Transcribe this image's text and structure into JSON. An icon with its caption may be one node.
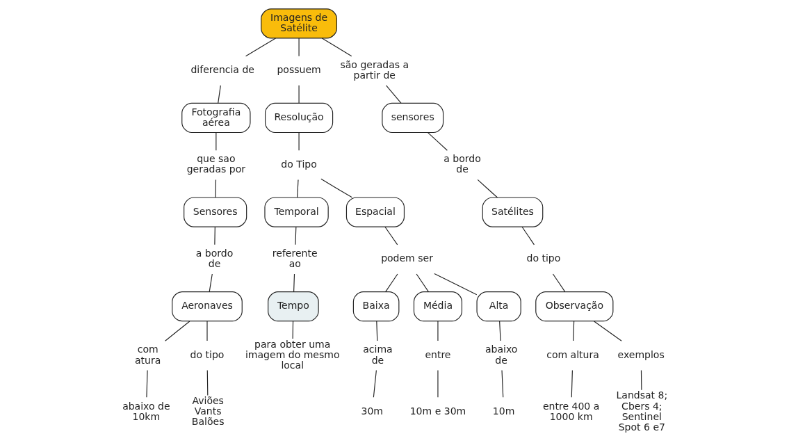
{
  "diagram": {
    "nodes": [
      {
        "text": [
          "Imagens de Satélite"
        ]
      },
      {
        "text": [
          "diferencia de"
        ]
      },
      {
        "text": [
          "possuem"
        ]
      },
      {
        "text": [
          "são geradas a partir de"
        ]
      },
      {
        "text": [
          "Fotografia aérea"
        ]
      },
      {
        "text": [
          "Resolução"
        ]
      },
      {
        "text": [
          "sensores"
        ]
      },
      {
        "text": [
          "a bordo de"
        ]
      },
      {
        "text": [
          "que sao geradas por"
        ]
      },
      {
        "text": [
          "Satélites"
        ]
      },
      {
        "text": [
          "do Tipo"
        ]
      },
      {
        "text": [
          "Sensores"
        ]
      },
      {
        "text": [
          "Temporal"
        ]
      },
      {
        "text": [
          "Espacial"
        ]
      },
      {
        "text": [
          "do tipo"
        ]
      },
      {
        "text": [
          "a bordo de"
        ]
      },
      {
        "text": [
          "Observação"
        ]
      },
      {
        "text": [
          "referente ao"
        ]
      },
      {
        "text": [
          "podem ser"
        ]
      },
      {
        "text": [
          "Aeronaves"
        ]
      },
      {
        "text": [
          "com altura"
        ]
      },
      {
        "text": [
          "exemplos"
        ]
      },
      {
        "text": [
          "Baixa"
        ]
      },
      {
        "text": [
          "Média"
        ]
      },
      {
        "text": [
          "Alta"
        ]
      },
      {
        "text": [
          "Tempo"
        ]
      },
      {
        "text": [
          "com atura"
        ]
      },
      {
        "text": [
          "do tipo"
        ]
      },
      {
        "text": [
          "acima de"
        ]
      },
      {
        "text": [
          "entre"
        ]
      },
      {
        "text": [
          "abaixo de"
        ]
      },
      {
        "text": [
          "entre 400 a 1000 km"
        ]
      },
      {
        "text": [
          "Landsat 8; Cbers 4; Sentinel Spot 6 e7"
        ]
      },
      {
        "text": [
          "para obter uma imagem do mesmo local"
        ]
      },
      {
        "text": [
          "abaixo de 10km"
        ]
      },
      {
        "text": [
          "Aviões Vants Balões"
        ]
      },
      {
        "text": [
          "30m"
        ]
      },
      {
        "text": [
          "10m e 30m"
        ]
      },
      {
        "text": [
          "10m"
        ]
      }
    ],
    "edges": [
      {
        "from": 0,
        "to": 1,
        "arrow": "none"
      },
      {
        "from": 1,
        "to": 4,
        "arrow": "none"
      },
      {
        "from": 0,
        "to": 2,
        "arrow": "none"
      },
      {
        "from": 2,
        "to": 5,
        "arrow": "none"
      },
      {
        "from": 0,
        "to": 3,
        "arrow": "none"
      },
      {
        "from": 3,
        "to": 6,
        "arrow": "none"
      },
      {
        "from": 6,
        "to": 7,
        "arrow": "none"
      },
      {
        "from": 7,
        "to": 9,
        "arrow": "none"
      },
      {
        "from": 4,
        "to": 8,
        "arrow": "none"
      },
      {
        "from": 8,
        "to": 11,
        "arrow": "none"
      },
      {
        "from": 5,
        "to": 10,
        "arrow": "none"
      },
      {
        "from": 10,
        "to": 12,
        "arrow": "none"
      },
      {
        "from": 10,
        "to": 13,
        "arrow": "none"
      },
      {
        "from": 9,
        "to": 14,
        "arrow": "none"
      },
      {
        "from": 14,
        "to": 16,
        "arrow": "none"
      },
      {
        "from": 11,
        "to": 15,
        "arrow": "none"
      },
      {
        "from": 15,
        "to": 19,
        "arrow": "none"
      },
      {
        "from": 12,
        "to": 17,
        "arrow": "none"
      },
      {
        "from": 17,
        "to": 25,
        "arrow": "none"
      },
      {
        "from": 13,
        "to": 18,
        "arrow": "none"
      },
      {
        "from": 18,
        "to": 22,
        "arrow": "none"
      },
      {
        "from": 18,
        "to": 23,
        "arrow": "none"
      },
      {
        "from": 18,
        "to": 24,
        "arrow": "none"
      },
      {
        "from": 19,
        "to": 26,
        "arrow": "none"
      },
      {
        "from": 26,
        "to": 34,
        "arrow": "none"
      },
      {
        "from": 19,
        "to": 27,
        "arrow": "none"
      },
      {
        "from": 27,
        "to": 35,
        "arrow": "none"
      },
      {
        "from": 16,
        "to": 20,
        "arrow": "none"
      },
      {
        "from": 20,
        "to": 31,
        "arrow": "none"
      },
      {
        "from": 16,
        "to": 21,
        "arrow": "none"
      },
      {
        "from": 21,
        "to": 32,
        "arrow": "none"
      },
      {
        "from": 25,
        "to": 33,
        "arrow": "none"
      },
      {
        "from": 22,
        "to": 28,
        "arrow": "none"
      },
      {
        "from": 28,
        "to": 36,
        "arrow": "none"
      },
      {
        "from": 23,
        "to": 29,
        "arrow": "none"
      },
      {
        "from": 29,
        "to": 37,
        "arrow": "none"
      },
      {
        "from": 24,
        "to": 30,
        "arrow": "none"
      },
      {
        "from": 30,
        "to": 38,
        "arrow": "none"
      }
    ]
  }
}
